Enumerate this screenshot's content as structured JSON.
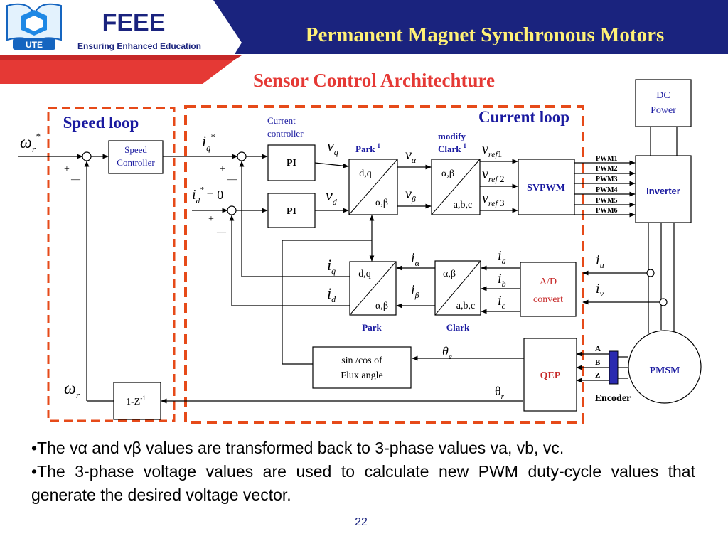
{
  "header": {
    "logo_name": "FEEE",
    "logo_tagline": "Ensuring Enhanced Education",
    "logo_badge": "UTE",
    "title": "Permanent Magnet Synchronous Motors"
  },
  "subtitle": "Sensor Control Architechture",
  "diagram": {
    "speed_loop_label": "Speed loop",
    "current_loop_label": "Current loop",
    "speed_controller": [
      "Speed",
      "Controller"
    ],
    "current_controller": [
      "Current",
      "controller"
    ],
    "pi_label": "PI",
    "park_inv_label": "Park",
    "modify_clark_inv_label": [
      "modify",
      "Clark"
    ],
    "inverse_superscript": "-1",
    "dq": "d,q",
    "alphabeta": "α,β",
    "abc": "a,b,c",
    "svpwm": "SVPWM",
    "pwm": [
      "PWM1",
      "PWM2",
      "PWM3",
      "PWM4",
      "PWM5",
      "PWM6"
    ],
    "inverter": "Inverter",
    "dc_power": [
      "DC",
      "Power"
    ],
    "ad": [
      "A/D",
      "convert"
    ],
    "park_label": "Park",
    "clark_label": "Clark",
    "sincos": [
      "sin /cos of",
      "Flux angle"
    ],
    "qep": "QEP",
    "pmsm": "PMSM",
    "encoder": "Encoder",
    "encoder_channels": [
      "A",
      "B",
      "Z"
    ],
    "delay": "1-Z",
    "plus": "+",
    "minus": "—",
    "id_ref_value": "= 0"
  },
  "colors": {
    "header_navy": "#1a237e",
    "title_yellow": "#fff176",
    "red_accent": "#e53935",
    "dashed_box": "#e64a19",
    "blue_text": "#1a1aa0",
    "bullet_text": "#000000"
  },
  "bullets": [
    "•The vα and vβ values are transformed back to 3-phase values va, vb, vc.",
    "•The 3-phase voltage values are used to calculate new PWM duty-cycle values that generate the desired voltage vector."
  ],
  "page_number": "22"
}
